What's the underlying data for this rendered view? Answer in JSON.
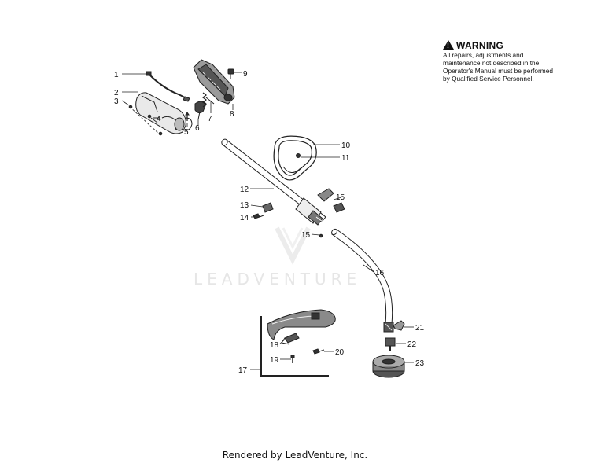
{
  "warning": {
    "title": "WARNING",
    "body": "All repairs, adjustments and maintenance not described in the Operator's Manual must be performed by Qualified Service Personnel."
  },
  "watermark": "LEADVENTURE",
  "footer": "Rendered by LeadVenture, Inc.",
  "callouts": [
    "1",
    "2",
    "3",
    "4",
    "5",
    "6",
    "7",
    "8",
    "9",
    "10",
    "11",
    "12",
    "13",
    "14",
    "15",
    "15",
    "16",
    "17",
    "18",
    "19",
    "20",
    "21",
    "22",
    "23"
  ]
}
